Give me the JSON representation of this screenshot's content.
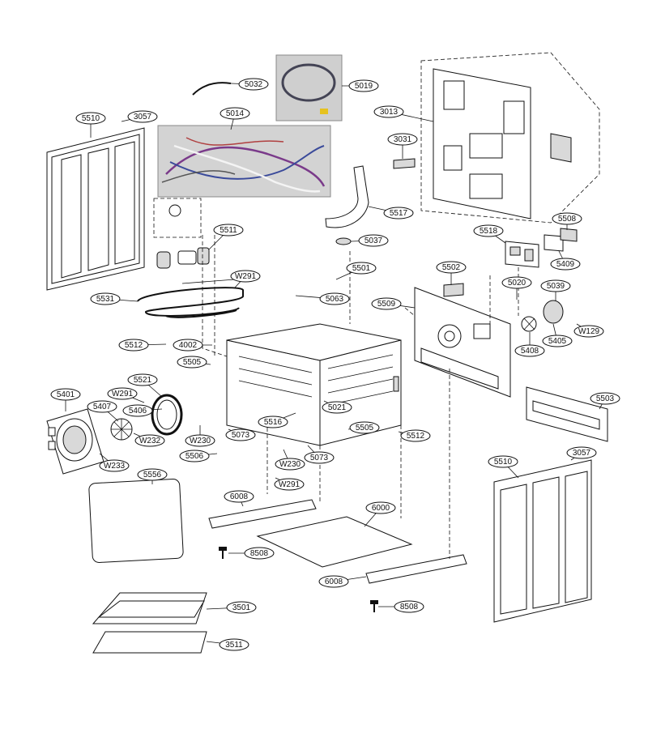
{
  "diagram": {
    "labels": [
      "5032",
      "5019",
      "3013",
      "5014",
      "5510",
      "3057",
      "3031",
      "5517",
      "5037",
      "5508",
      "5518",
      "5511",
      "5501",
      "5409",
      "5502",
      "5020",
      "5039",
      "W291",
      "5531",
      "5063",
      "5509",
      "W129",
      "5512",
      "4002",
      "5408",
      "5405",
      "5505",
      "5521",
      "W291",
      "5401",
      "5407",
      "5406",
      "5021",
      "5503",
      "5516",
      "5505",
      "W232",
      "W230",
      "5073",
      "5512",
      "W233",
      "5506",
      "W230",
      "5073",
      "3057",
      "5510",
      "5556",
      "W291",
      "6008",
      "6000",
      "8508",
      "6008",
      "8508",
      "3501",
      "3511"
    ]
  }
}
